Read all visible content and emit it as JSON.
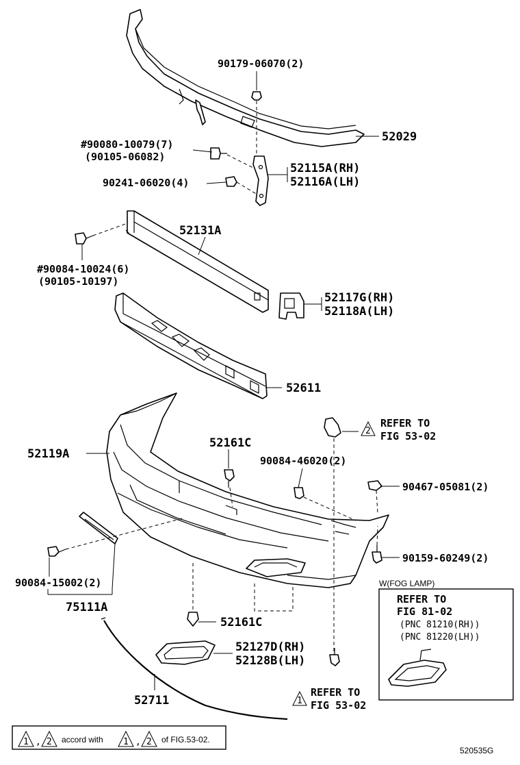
{
  "callouts": {
    "p90179": "90179-06070(2)",
    "p52029": "52029",
    "p90080": "#90080-10079(7)",
    "p90105a": "(90105-06082)",
    "p90241": "90241-06020(4)",
    "p52115": "52115A(RH)",
    "p52116": "52116A(LH)",
    "p52131": "52131A",
    "p90084a": "#90084-10024(6)",
    "p90105b": "(90105-10197)",
    "p52117": "52117G(RH)",
    "p52118": "52118A(LH)",
    "p52611": "52611",
    "p52119": "52119A",
    "p52161a": "52161C",
    "p90084b": "90084-46020(2)",
    "p90467": "90467-05081(2)",
    "p90159": "90159-60249(2)",
    "p90084c": "90084-15002(2)",
    "p75111": "75111A",
    "p52161b": "52161C",
    "p52127": "52127D(RH)",
    "p52128": "52128B(LH)",
    "p52711": "52711"
  },
  "refs": {
    "refer_top_1": "REFER TO",
    "refer_top_2": "FIG 53-02",
    "refer_top_num": "2",
    "refer_bot_1": "REFER TO",
    "refer_bot_2": "FIG 53-02",
    "refer_bot_num": "1"
  },
  "fog_box": {
    "header": "W(FOG LAMP)",
    "line1": "REFER TO",
    "line2": "FIG 81-02",
    "line3": "(PNC 81210(RH))",
    "line4": "(PNC 81220(LH))"
  },
  "legend": {
    "num1": "1",
    "sep": ",",
    "num2": "2",
    "text1": "accord with",
    "num3": "1",
    "sep2": ",",
    "num4": "2",
    "text2": "of FIG.53-02."
  },
  "diagram_id": "520535G"
}
